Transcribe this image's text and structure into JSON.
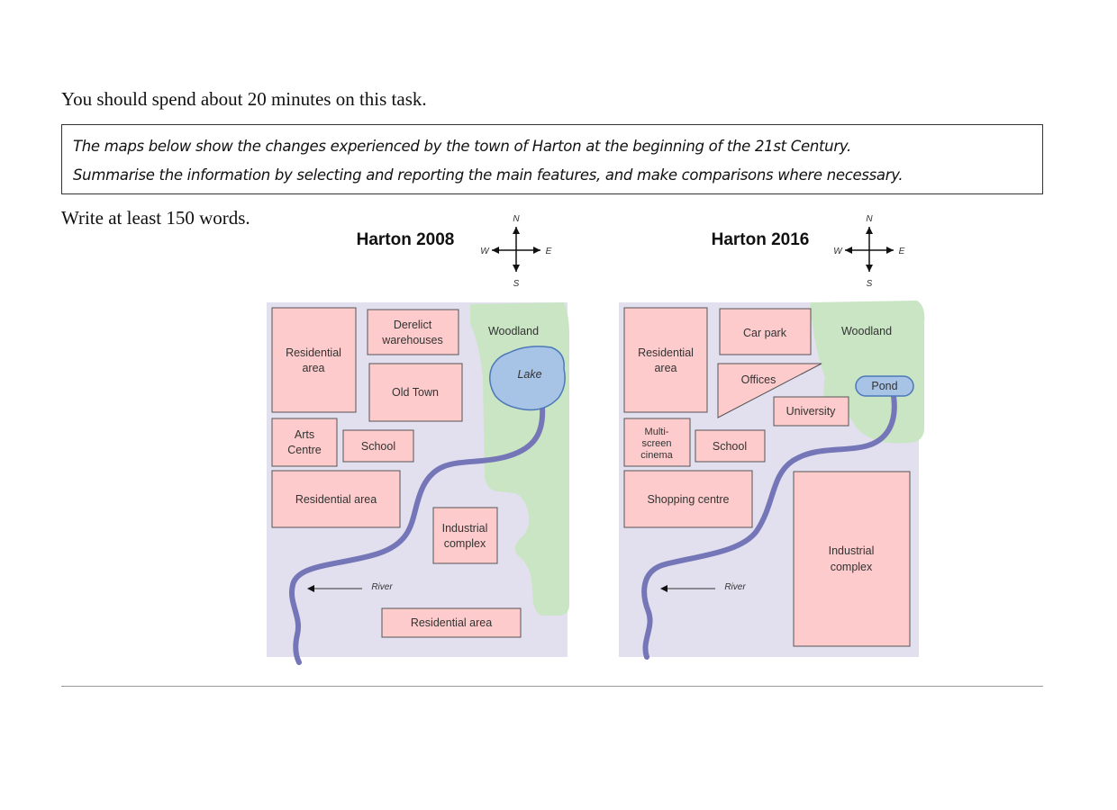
{
  "instructions": {
    "time_note": "You should spend about 20 minutes on this task.",
    "prompt_line1": "The maps below show the changes experienced by the town of Harton at the beginning of the 21st Century.",
    "prompt_line2": "Summarise the information by selecting and reporting the main features, and make comparisons where necessary.",
    "word_count": "Write at least 150 words."
  },
  "compass": {
    "n": "N",
    "s": "S",
    "e": "E",
    "w": "W"
  },
  "colors": {
    "land": "#e2e0ee",
    "building": "#fdcbcc",
    "building_stroke": "#555555",
    "woodland": "#c9e5c4",
    "water": "#a7c3e6",
    "water_stroke": "#4d78b8",
    "river": "#7576b8"
  },
  "maps": [
    {
      "title": "Harton 2008",
      "woodland": "Woodland",
      "water": "Lake",
      "river": "River",
      "buildings": {
        "residential_top": [
          "Residential",
          "area"
        ],
        "derelict": [
          "Derelict",
          "warehouses"
        ],
        "old_town": "Old Town",
        "arts": [
          "Arts",
          "Centre"
        ],
        "school": "School",
        "residential_mid": "Residential area",
        "industrial": [
          "Industrial",
          "complex"
        ],
        "residential_bottom": "Residential area"
      }
    },
    {
      "title": "Harton 2016",
      "woodland": "Woodland",
      "water": "Pond",
      "river": "River",
      "buildings": {
        "residential_top": [
          "Residential",
          "area"
        ],
        "car_park": "Car park",
        "offices": "Offices",
        "university": "University",
        "cinema": [
          "Multi-",
          "screen",
          "cinema"
        ],
        "school": "School",
        "shopping": "Shopping centre",
        "industrial": [
          "Industrial",
          "complex"
        ]
      }
    }
  ]
}
